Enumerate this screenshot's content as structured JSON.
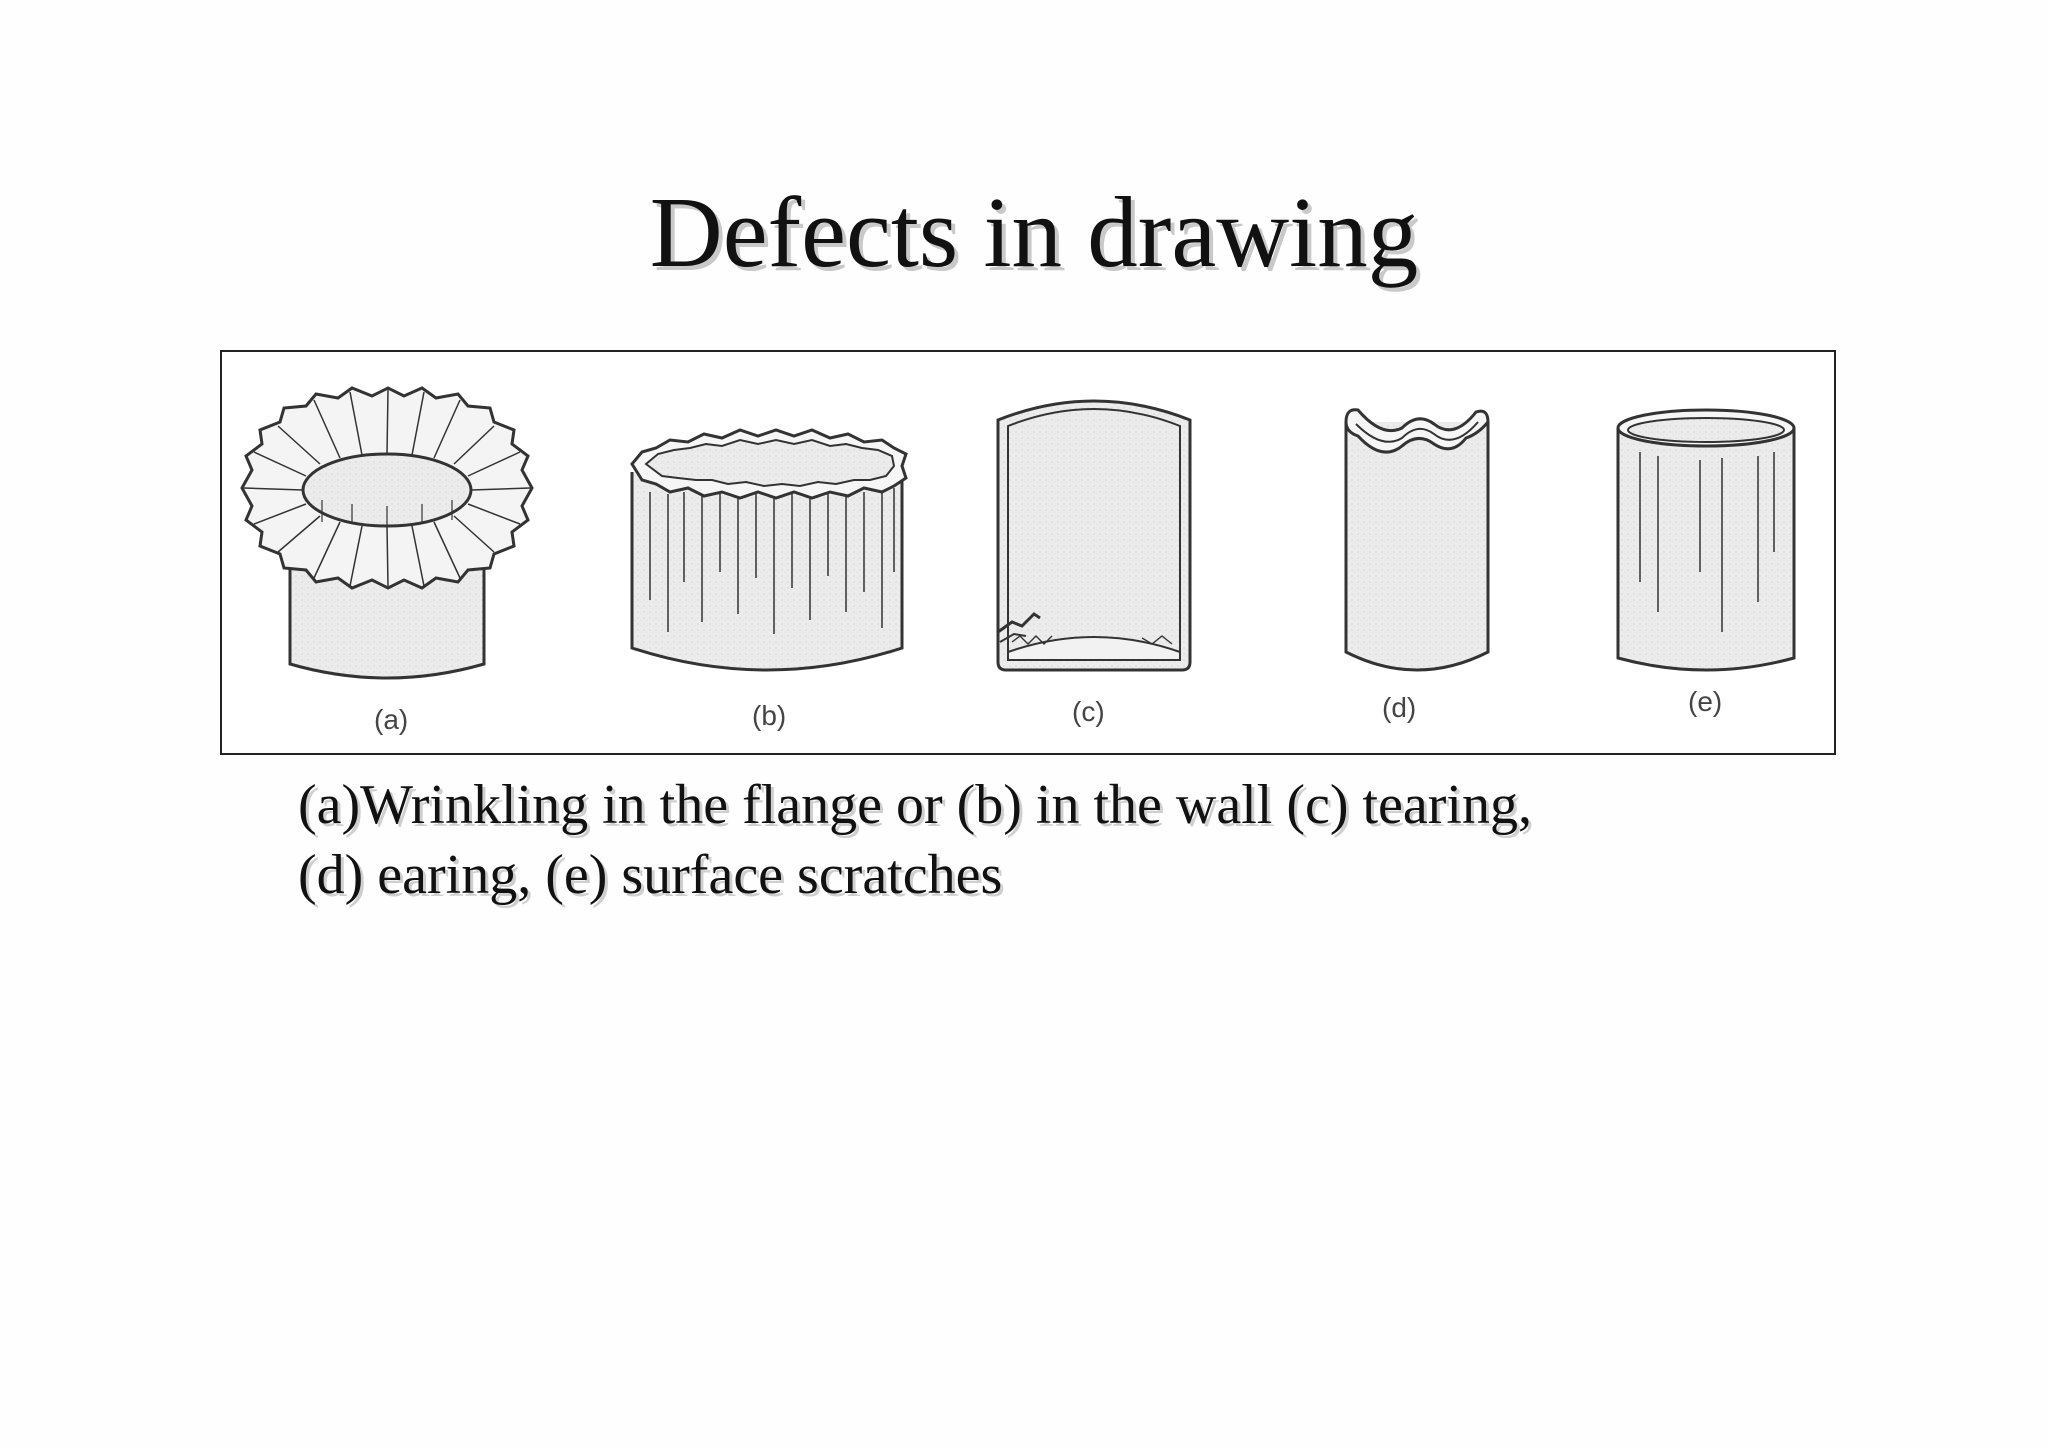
{
  "slide": {
    "title": "Defects in drawing"
  },
  "figure": {
    "labels": [
      "(a)",
      "(b)",
      "(c)",
      "(d)",
      "(e)"
    ]
  },
  "caption": {
    "line1": "(a)Wrinkling in the flange or (b) in the wall (c) tearing,",
    "line2": "(d) earing, (e) surface scratches"
  }
}
